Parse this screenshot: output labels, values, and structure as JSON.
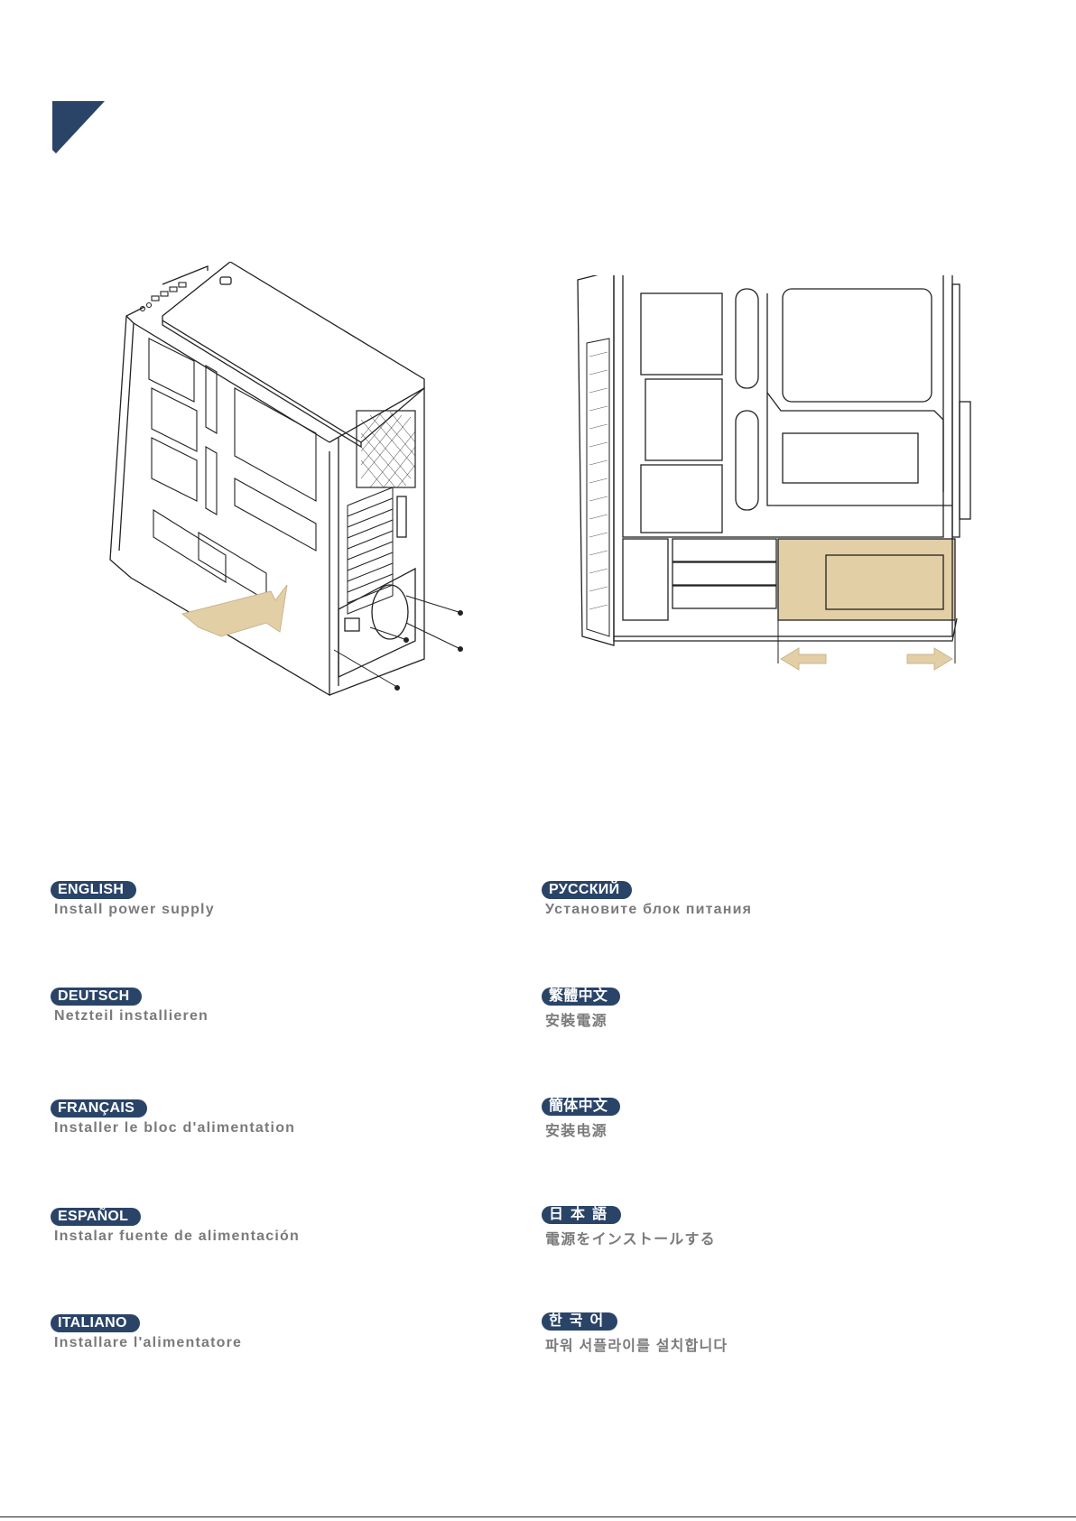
{
  "colors": {
    "accent": "#2a4468",
    "highlight": "#e2cfa6",
    "text": "#7a7a7a"
  },
  "languages": [
    {
      "label": "ENGLISH",
      "text": "Install power supply"
    },
    {
      "label": "DEUTSCH",
      "text": "Netzteil installieren"
    },
    {
      "label": "FRANÇAIS",
      "text": "Installer le bloc d'alimentation"
    },
    {
      "label": "ESPAÑOL",
      "text": "Instalar fuente de alimentación"
    },
    {
      "label": "ITALIANO",
      "text": "Installare l'alimentatore"
    },
    {
      "label": "РУССКИЙ",
      "text": "Установите блок питания"
    },
    {
      "label": "繁體中文",
      "text": "安裝電源"
    },
    {
      "label": "簡体中文",
      "text": "安装电源"
    },
    {
      "label": "日本語",
      "text": "電源をインストールする"
    },
    {
      "label": "한국어",
      "text": "파워 서플라이를 설치합니다"
    }
  ]
}
